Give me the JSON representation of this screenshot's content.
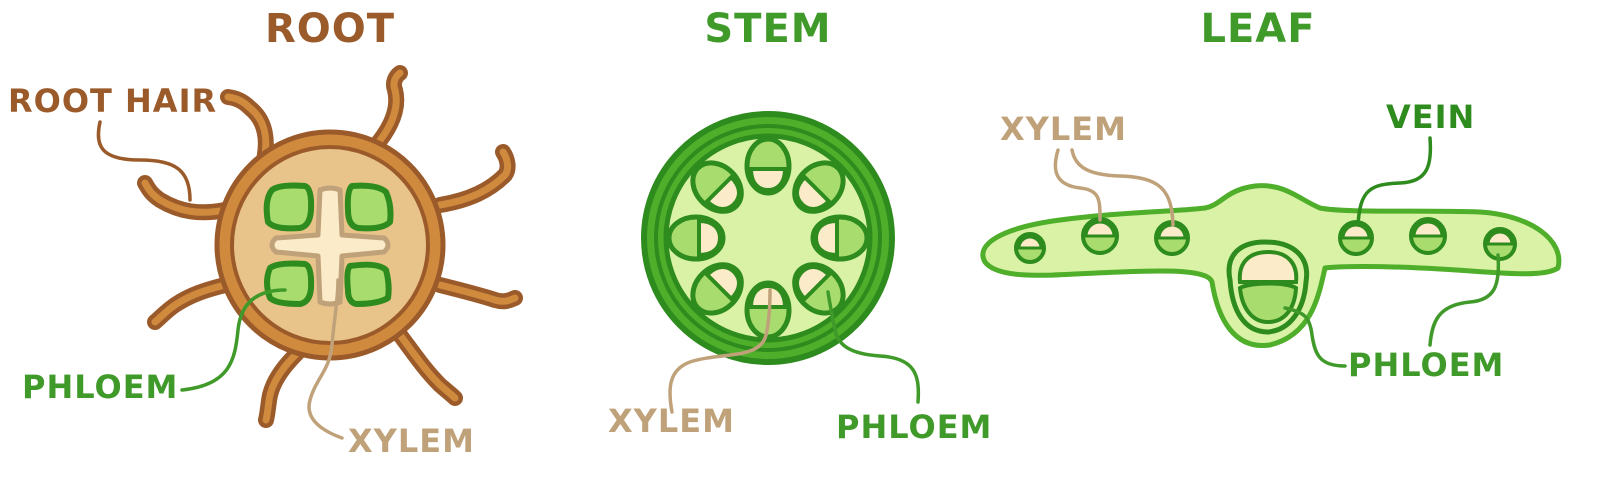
{
  "colors": {
    "root_brown": "#9b5a2a",
    "root_orange": "#d08a3e",
    "root_fill": "#e8c38a",
    "xylem_tan": "#c0a27a",
    "xylem_cream": "#fbebc8",
    "green_dark": "#2e8b1e",
    "green_mid": "#4fae2a",
    "green_light": "#a8dc6f",
    "green_pale": "#d9f2a6",
    "label_green": "#3f9a2a"
  },
  "root": {
    "title": "ROOT",
    "labels": {
      "root_hair": "ROOT HAIR",
      "phloem": "PHLOEM",
      "xylem": "XYLEM"
    }
  },
  "stem": {
    "title": "STEM",
    "labels": {
      "xylem": "XYLEM",
      "phloem": "PHLOEM"
    }
  },
  "leaf": {
    "title": "LEAF",
    "labels": {
      "xylem": "XYLEM",
      "vein": "VEIN",
      "phloem": "PHLOEM"
    }
  }
}
